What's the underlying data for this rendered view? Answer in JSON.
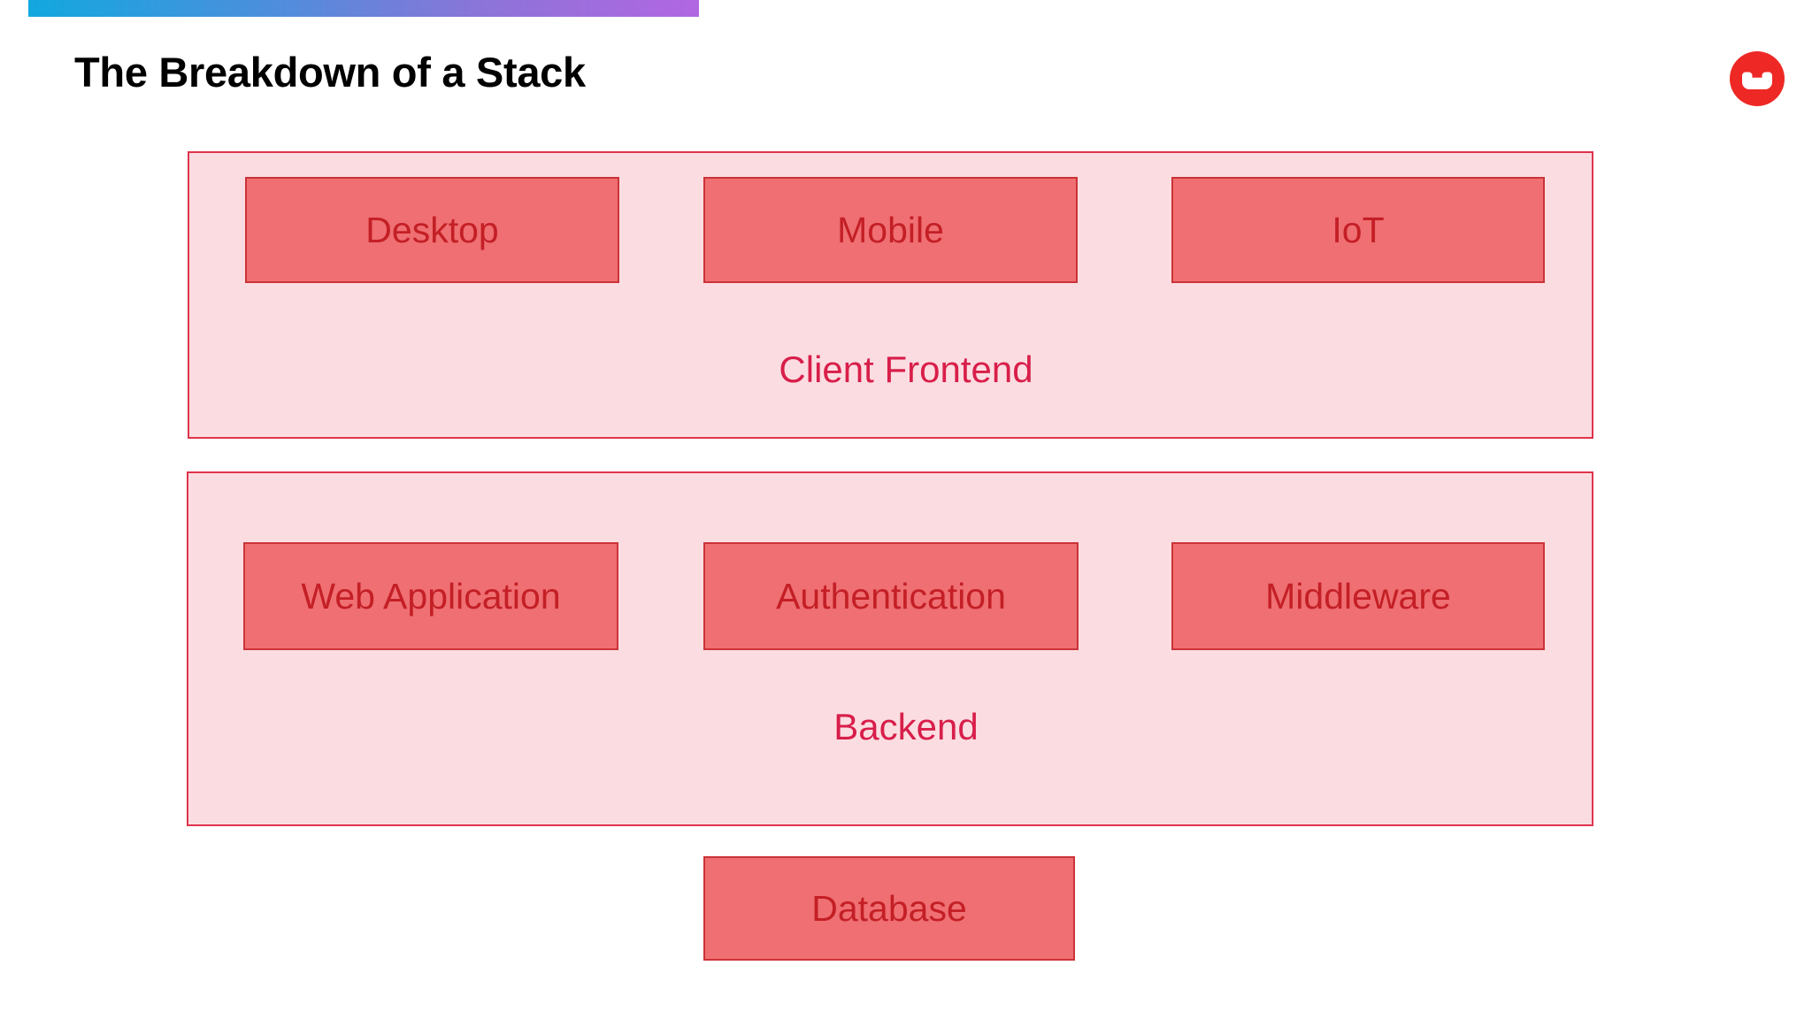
{
  "slide": {
    "title": "The Breakdown of a Stack",
    "background_color": "#ffffff"
  },
  "accent_bar": {
    "gradient_start": "#12A8DF",
    "gradient_end": "#B266E2"
  },
  "logo": {
    "name": "couchbase-logo",
    "color": "#EE2824"
  },
  "colors": {
    "layer_fill": "#FBDDE1",
    "layer_border": "#E0344C",
    "box_fill": "#EF6F72",
    "box_border": "#CB3338",
    "box_text": "#C41F26",
    "caption_text": "#D81E4A",
    "title_text": "#000000"
  },
  "diagram": {
    "layers": [
      {
        "caption": "Client Frontend",
        "components": [
          {
            "label": "Desktop"
          },
          {
            "label": "Mobile"
          },
          {
            "label": "IoT"
          }
        ]
      },
      {
        "caption": "Backend",
        "components": [
          {
            "label": "Web Application"
          },
          {
            "label": "Authentication"
          },
          {
            "label": "Middleware"
          }
        ]
      }
    ],
    "standalone": [
      {
        "label": "Database"
      }
    ]
  }
}
